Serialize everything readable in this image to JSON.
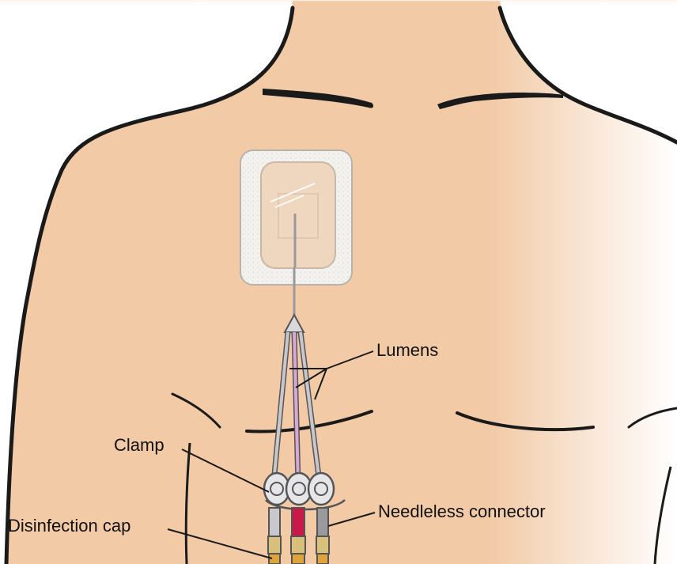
{
  "labels": {
    "lumens": "Lumens",
    "clamp": "Clamp",
    "needleless_connector": "Needleless connector",
    "disinfection_cap": "Disinfection cap"
  },
  "colors": {
    "skin": "#f2caa6",
    "skin_fade": "#ffffff",
    "outline": "#1a1a1a",
    "dressing": "#f4f2ee",
    "window": "#efd6bf",
    "tube": "#bfbfc4",
    "tube_center": "#d9a9d6",
    "connector_red": "#c9184a",
    "connector_gray": "#9a9a9e",
    "cap_orange": "#e0a23a"
  }
}
